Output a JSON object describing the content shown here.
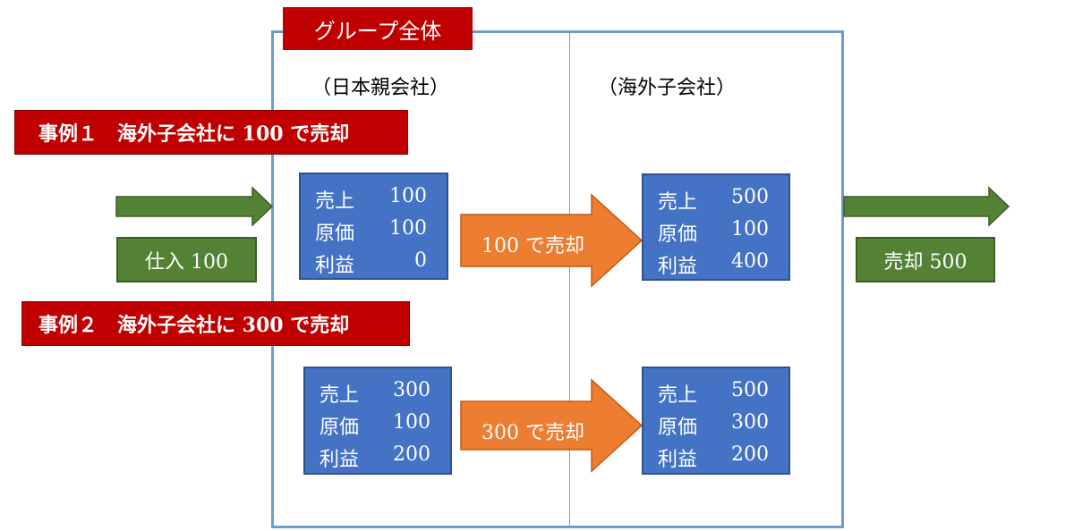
{
  "group": {
    "label": "グループ全体"
  },
  "headings": {
    "parent": "（日本親会社）",
    "subsidiary": "（海外子会社）"
  },
  "cases": [
    {
      "label": "事例１　海外子会社に 100 で売却",
      "parent_pl": [
        {
          "label": "売上",
          "value": "100"
        },
        {
          "label": "原価",
          "value": "100"
        },
        {
          "label": "利益",
          "value": "0"
        }
      ],
      "transfer_label": "100 で売却",
      "subsidiary_pl": [
        {
          "label": "売上",
          "value": "500"
        },
        {
          "label": "原価",
          "value": "100"
        },
        {
          "label": "利益",
          "value": "400"
        }
      ]
    },
    {
      "label": "事例２　海外子会社に 300 で売却",
      "parent_pl": [
        {
          "label": "売上",
          "value": "300"
        },
        {
          "label": "原価",
          "value": "100"
        },
        {
          "label": "利益",
          "value": "200"
        }
      ],
      "transfer_label": "300 で売却",
      "subsidiary_pl": [
        {
          "label": "売上",
          "value": "500"
        },
        {
          "label": "原価",
          "value": "300"
        },
        {
          "label": "利益",
          "value": "200"
        }
      ]
    }
  ],
  "purchase": {
    "label": "仕入 100"
  },
  "external_sale": {
    "label": "売却 500"
  },
  "colors": {
    "group_border": "#6d9ccf",
    "case_label_bg": "#c00000",
    "pl_box_bg": "#4472c4",
    "transfer_arrow": "#ed7d31",
    "flow_green": "#548235"
  }
}
